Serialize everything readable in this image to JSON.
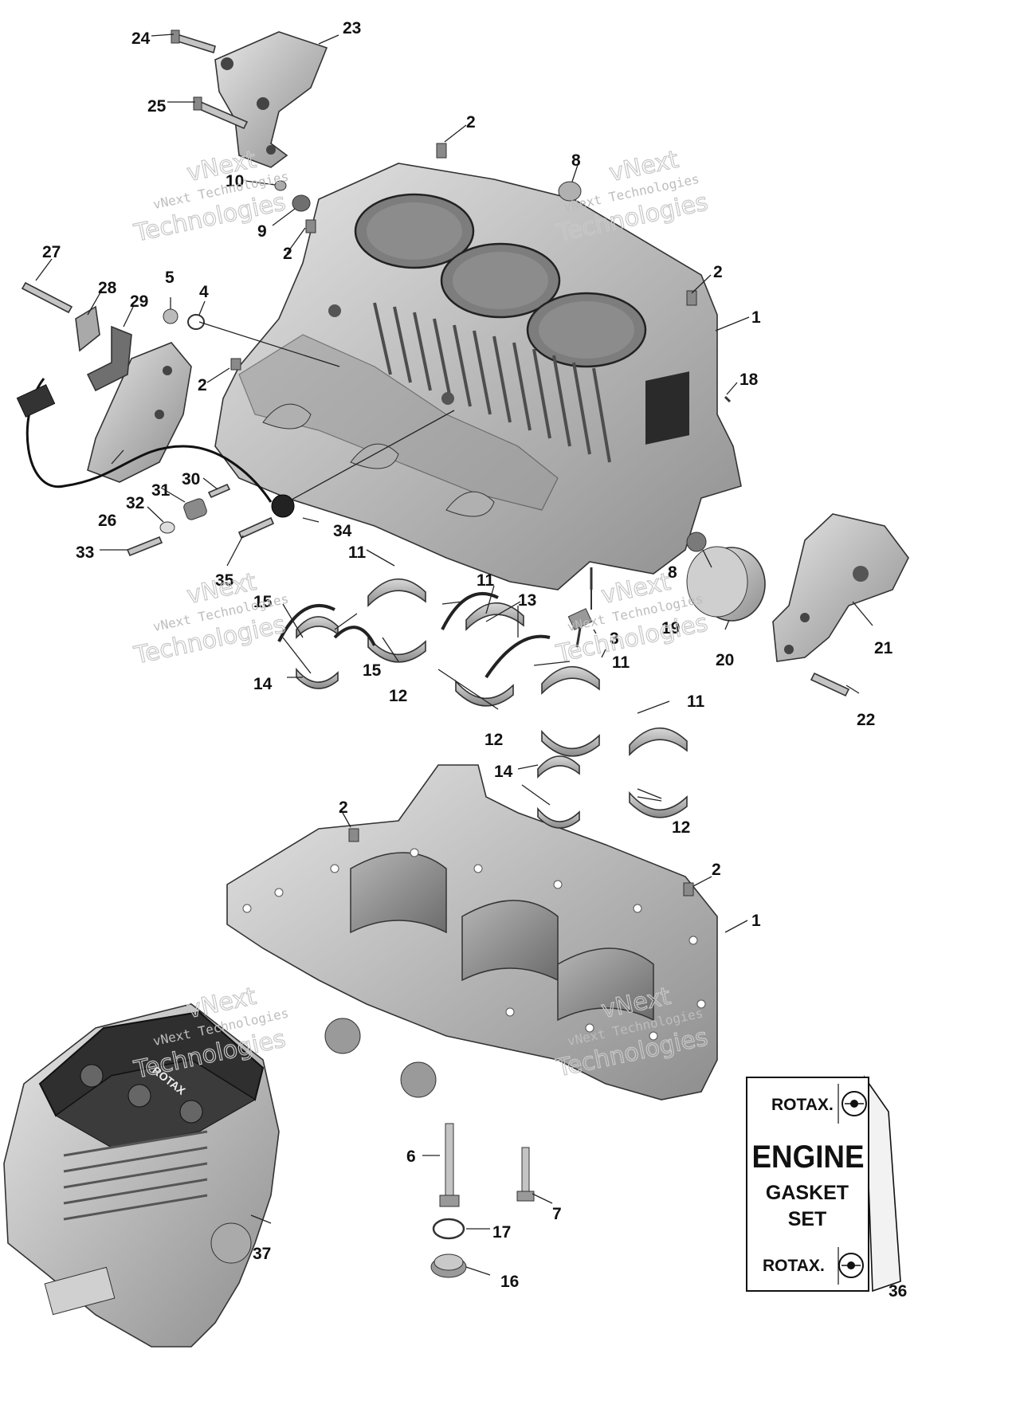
{
  "callouts": {
    "c1a": "1",
    "c1b": "1",
    "c2a": "2",
    "c2b": "2",
    "c2c": "2",
    "c2d": "2",
    "c2e": "2",
    "c2f": "2",
    "c3": "3",
    "c4": "4",
    "c5": "5",
    "c6": "6",
    "c7": "7",
    "c8a": "8",
    "c8b": "8",
    "c9": "9",
    "c10": "10",
    "c11a": "11",
    "c11b": "11",
    "c11c": "11",
    "c11d": "11",
    "c12a": "12",
    "c12b": "12",
    "c12c": "12",
    "c13": "13",
    "c14a": "14",
    "c14b": "14",
    "c15a": "15",
    "c15b": "15",
    "c16": "16",
    "c17": "17",
    "c18": "18",
    "c19": "19",
    "c20": "20",
    "c21": "21",
    "c22": "22",
    "c23": "23",
    "c24": "24",
    "c25": "25",
    "c26": "26",
    "c27": "27",
    "c28": "28",
    "c29": "29",
    "c30": "30",
    "c31": "31",
    "c32": "32",
    "c33": "33",
    "c34": "34",
    "c35": "35",
    "c36": "36",
    "c37": "37"
  },
  "watermark": {
    "line1": "vNext",
    "line2": "vNext Technologies",
    "line3": "Technologies"
  },
  "gasket_card": {
    "brand_top": "ROTAX.",
    "title": "ENGINE",
    "subtitle_1": "GASKET",
    "subtitle_2": "SET",
    "brand_bottom": "ROTAX."
  },
  "engine_cover_text": "ROTAX"
}
